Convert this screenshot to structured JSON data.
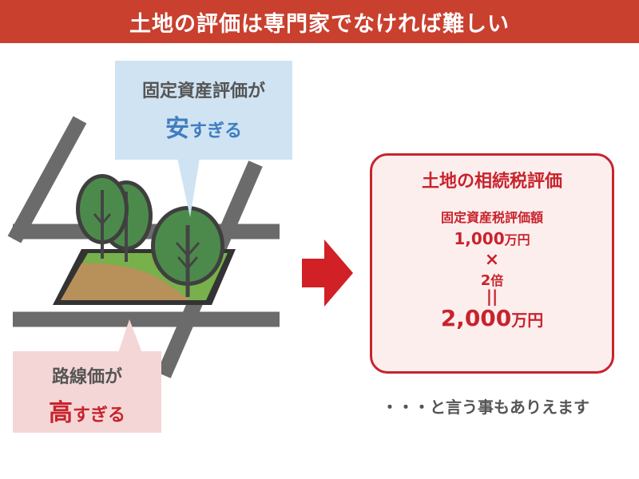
{
  "header": {
    "title": "土地の評価は専門家でなければ難しい"
  },
  "callout_top": {
    "line1": "固定資産評価が",
    "emph": "安",
    "rest": "すぎる"
  },
  "callout_bottom": {
    "line1": "路線価が",
    "emph": "高",
    "rest": "すぎる"
  },
  "eval_box": {
    "title": "土地の相続税評価",
    "label": "固定資産税評価額",
    "value1_num": "1,000",
    "value1_unit": "万円",
    "times": "×",
    "factor_num": "2",
    "factor_unit": "倍",
    "equals": "||",
    "result_num": "2,000",
    "result_unit": "万円"
  },
  "footer": {
    "note": "・・・と言う事もありえます"
  },
  "colors": {
    "header_bg": "#c9402e",
    "accent_red": "#c8232c",
    "accent_blue": "#3f7dc0",
    "callout_blue_bg": "#cfe3f2",
    "callout_pink_bg": "#f5d6d6",
    "road_gray": "#6b6b6b",
    "tree_green": "#4c8a4c"
  }
}
